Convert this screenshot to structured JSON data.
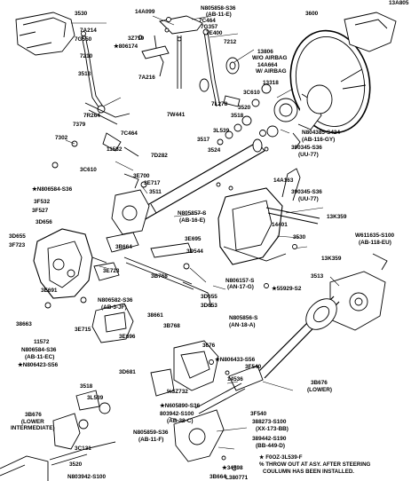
{
  "labels": {
    "p3530_top": "3530",
    "p14a099": "14A099",
    "n805858": "N805858-S36",
    "ab11e": "(AB-11-E)",
    "c7464_top": "7C464",
    "p3600": "3600",
    "p13a805": "13A805",
    "p7a214": "7A214",
    "p7g550": "7G550",
    "p7210": "7210",
    "p3z719": "3Z719",
    "p806174": "★806174",
    "p7e400": "7E400",
    "p7g357": "7G357",
    "p7212": "7212",
    "p13806": "13806",
    "woairbag": "W/O AIRBAG",
    "p14a664": "14A664",
    "wairbag": "W/ AIRBAG",
    "p3513_top": "3513",
    "p7a216": "7A216",
    "p13318": "13318",
    "p3c610_top": "3C610",
    "p7l278": "7L278",
    "p3520_top": "3520",
    "p3518_top": "3518",
    "p7w441": "7W441",
    "n804385": "N804385-S424",
    "ab116gy": "(AB-116-GY)",
    "p7r264": "7R264",
    "p7379": "7379",
    "p3l539_top": "3L539",
    "p7c464_mid": "7C464",
    "p3517": "3517",
    "s390345_top": "390345-S36",
    "uu77_top": "(UU-77)",
    "p7302": "7302",
    "p11582_top": "11582",
    "p7d282": "7D282",
    "p3524": "3524",
    "p3c610_mid": "3C610",
    "p3e700": "3E700",
    "p3e717": "3E717",
    "p14a163": "14A163",
    "n806584_top": "★N806584-S36",
    "p3511": "3511",
    "s390345_mid": "390345-S36",
    "uu77_mid": "(UU-77)",
    "p3f532": "3F532",
    "p3f527": "3F527",
    "n805857": "N805857-S",
    "ab16e": "(AB-16-E)",
    "p13k359_a": "13K359",
    "p3d656": "3D656",
    "p14401": "14401",
    "p3d655_left": "3D655",
    "p3f723": "3F723",
    "p3e695": "3E695",
    "p3530_mid": "3530",
    "w611635": "W611635-S100",
    "ab118eu": "(AB-118-EU)",
    "p3b664": "3B664",
    "p3d544": "3D544",
    "p13k359_b": "13K359",
    "p3e723": "3E723",
    "p3b768_a": "3B768",
    "n806157": "N806157-S",
    "an17g": "(AN-17-G)",
    "s55929": "★55929-S2",
    "p3513_mid": "3513",
    "p3e691": "3E691",
    "n806582": "N806582-S36",
    "ab3jf": "(AB-3-JF)",
    "p3d655_mid": "3D655",
    "p3d653": "3D653",
    "p38663": "38663",
    "p38661": "38661",
    "p3b768_b": "3B768",
    "n805856": "N805856-S",
    "an18a": "(AN-18-A)",
    "p3e715": "3E715",
    "p3e696": "3E696",
    "p11572": "11572",
    "n806584_ec": "N806584-S36",
    "ab11ec": "(AB-11-EC)",
    "n806423": "★N806423-S56",
    "p3676_top": "3676",
    "n806433": "★N806433-S56",
    "p3f540_top": "3F540",
    "p3d681": "3D681",
    "p14536": "14536",
    "p3b676_lower": "3B676",
    "lower_right": "(LOWER)",
    "p3518_bot": "3518",
    "p3l539_bot": "3L539",
    "p3z732": "%3Z732",
    "n605890": "★N605890-S36",
    "s803942_a": "803942-S100",
    "ab38c": "(AB-38-C)",
    "p3f540_bot": "3F540",
    "p3b676_inter": "3B676",
    "lower_intermediate": "(LOWER\nINTERMEDIATE)",
    "n805859": "N805859-S36",
    "ab11f": "(AB-11-F)",
    "s388273": "388273-S100",
    "xx173bb": "(XX-173-BB)",
    "p3c131": "3C131",
    "s389442": "389442-S190",
    "bb449d": "(BB-449-D)",
    "p3520_bot": "3520",
    "n803942": "N803942-S100",
    "s34798": "★34798",
    "p3b664_bot": "3B664",
    "c_l380771": "L380771"
  },
  "note": {
    "title": "★ F0OZ-3L539-F",
    "line1": "% THROW OUT AT ASY. AFTER STEERING",
    "line2": "COULUMN HAS BEEN INSTALLED."
  }
}
